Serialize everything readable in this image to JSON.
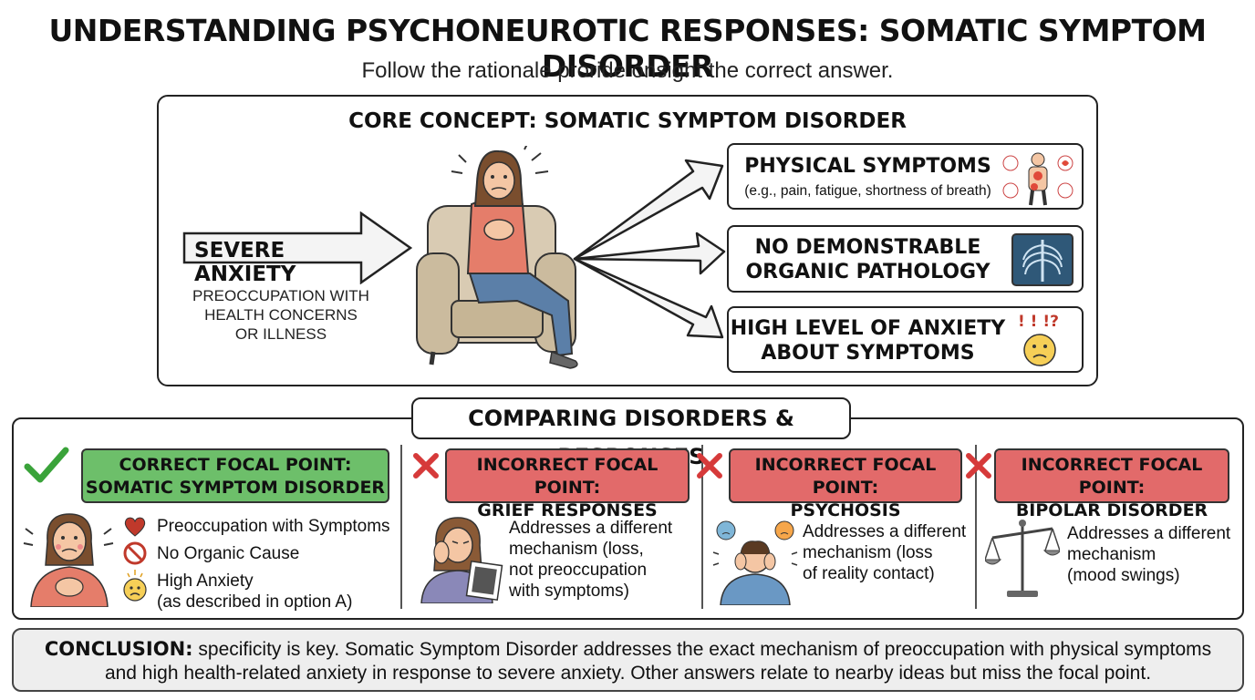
{
  "title": "UNDERSTANDING PSYCHONEUROTIC RESPONSES: SOMATIC SYMPTOM DISORDER",
  "subtitle": "Follow the rationale proride onsight the correct answer.",
  "core": {
    "title": "CORE CONCEPT: SOMATIC SYMPTOM DISORDER",
    "input_label": "SEVERE ANXIETY",
    "input_sub": [
      "PREOCCUPATION WITH",
      "HEALTH CONCERNS",
      "OR ILLNESS"
    ],
    "outcomes": [
      {
        "title": "PHYSICAL SYMPTOMS",
        "detail": "(e.g., pain, fatigue, shortness of breath)",
        "icon": "body-pain-icon"
      },
      {
        "title_lines": [
          "NO DEMONSTRABLE",
          "ORGANIC PATHOLOGY"
        ],
        "icon": "xray-icon"
      },
      {
        "title_lines": [
          "HIGH LEVEL OF ANXIETY",
          "ABOUT SYMPTOMS"
        ],
        "icon": "worried-face-icon",
        "icon_text": "! ! !?"
      }
    ]
  },
  "compare": {
    "title": "COMPARING DISORDERS & RESPONSES",
    "correct": {
      "line1": "CORRECT FOCAL POINT:",
      "line2": "SOMATIC SYMPTOM DISORDER",
      "features": [
        {
          "text": "Preoccupation with Symptoms",
          "icon": "heart-icon"
        },
        {
          "text": "No Organic Cause",
          "icon": "prohibited-icon"
        },
        {
          "text": "High Anxiety",
          "note": "(as described in option A)",
          "icon": "worried-face-icon"
        }
      ]
    },
    "incorrect": [
      {
        "line1": "INCORRECT FOCAL POINT:",
        "line2": "GRIEF RESPONSES",
        "desc": [
          "Addresses a different",
          "mechanism (loss,",
          "not preoccupation",
          "with symptoms)"
        ]
      },
      {
        "line1": "INCORRECT FOCAL POINT:",
        "line2": "PSYCHOSIS",
        "desc": [
          "Addresses a different",
          "mechanism (loss",
          "of reality contact)"
        ]
      },
      {
        "line1": "INCORRECT FOCAL POINT:",
        "line2": "BIPOLAR DISORDER",
        "desc": [
          "Addresses a different",
          "mechanism",
          "(mood swings)"
        ]
      }
    ]
  },
  "conclusion": {
    "label": "CONCLUSION:",
    "line1": " specificity is key. Somatic Symptom Disorder addresses the exact mechanism of preoccupation with physical symptoms",
    "line2": "and high health-related anxiety in response to severe anxiety. Other answers relate to nearby ideas but miss the focal point."
  },
  "colors": {
    "correct": "#6dbf6a",
    "incorrect": "#e26a6a",
    "check": "#3aa33a",
    "cross": "#d63a3a",
    "panel": "#eeeeee"
  }
}
